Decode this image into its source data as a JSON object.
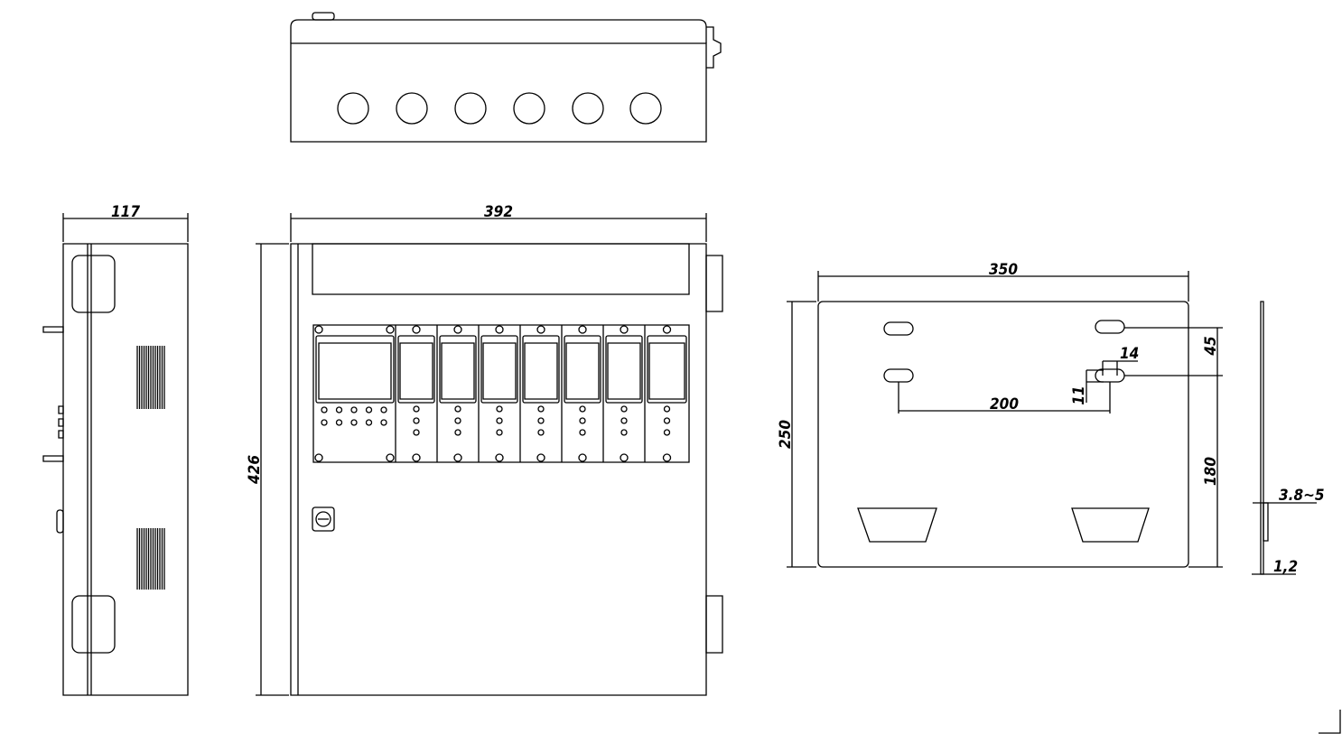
{
  "dimensions": {
    "side_depth": "117",
    "front_width": "392",
    "front_height": "426",
    "plate_width": "350",
    "plate_height": "250",
    "hole_spacing": "200",
    "slot_length": "14",
    "slot_height": "11",
    "hole_vertical_spacing": "45",
    "lower_height": "180",
    "plate_hook_depth": "3.8~5",
    "plate_thickness": "1,2"
  },
  "modules": {
    "main_count": 1,
    "channel_count": 7
  },
  "colors": {
    "line": "#000000",
    "background": "#ffffff"
  }
}
